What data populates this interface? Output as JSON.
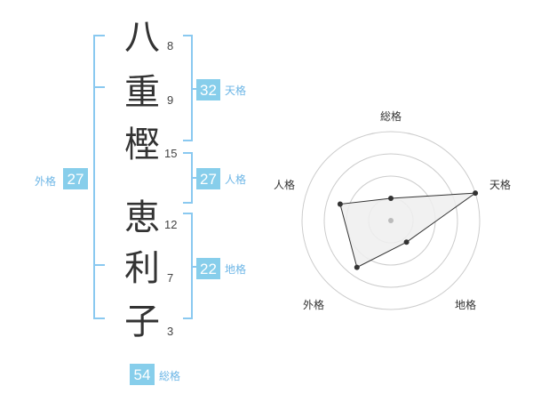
{
  "colors": {
    "accent": "#87ceeb",
    "bracket": "#8ac9f0",
    "label": "#6db6e6",
    "text": "#333333",
    "ring": "#cccccc",
    "fill": "#eeeeee",
    "line": "#333333",
    "dot": "#333333",
    "center": "#bbbbbb"
  },
  "name": {
    "characters": [
      {
        "char": "八",
        "strokes": "8"
      },
      {
        "char": "重",
        "strokes": "9"
      },
      {
        "char": "樫",
        "strokes": "15"
      },
      {
        "char": "恵",
        "strokes": "12"
      },
      {
        "char": "利",
        "strokes": "7"
      },
      {
        "char": "子",
        "strokes": "3"
      }
    ]
  },
  "fortunes": {
    "tenkaku": {
      "value": "32",
      "label": "天格"
    },
    "jinkaku": {
      "value": "27",
      "label": "人格"
    },
    "chikaku": {
      "value": "22",
      "label": "地格"
    },
    "gaikaku": {
      "value": "27",
      "label": "外格"
    },
    "soukaku": {
      "value": "54",
      "label": "総格"
    }
  },
  "chart_data": {
    "type": "radar",
    "axes": [
      "総格",
      "天格",
      "地格",
      "外格",
      "人格"
    ],
    "values": [
      0.25,
      1.0,
      0.3,
      0.65,
      0.6
    ],
    "max": 1,
    "rings": 4
  }
}
